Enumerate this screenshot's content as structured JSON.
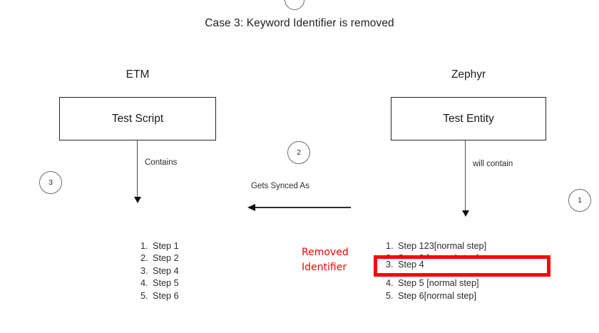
{
  "diagram": {
    "title": "Case 3: Keyword Identifier is removed",
    "top_partial_marker": "circle-cut-off",
    "columns": {
      "left": {
        "heading": "ETM",
        "box_label": "Test Script",
        "arrow_label": "Contains",
        "marker": "3",
        "steps": [
          {
            "num": "1.",
            "text": "Step 1"
          },
          {
            "num": "2.",
            "text": "Step 2"
          },
          {
            "num": "3.",
            "text": "Step 4"
          },
          {
            "num": "4.",
            "text": "Step 5"
          },
          {
            "num": "5.",
            "text": "Step 6"
          }
        ]
      },
      "right": {
        "heading": "Zephyr",
        "box_label": "Test Entity",
        "arrow_label": "will contain",
        "marker": "1",
        "steps": [
          {
            "num": "1.",
            "text": "Step 123[normal step]"
          },
          {
            "num": "2.",
            "text": "Step 2 [normal step]"
          },
          {
            "num": "3.",
            "text": "Step 4"
          },
          {
            "num": "4.",
            "text": "Step 5 [normal step]"
          },
          {
            "num": "5.",
            "text": "Step 6[normal step]"
          }
        ]
      }
    },
    "sync": {
      "label": "Gets Synced As",
      "marker": "2",
      "direction": "right-to-left"
    },
    "annotation": {
      "line1": "Removed",
      "line2": "Identifier",
      "color": "#fe0000",
      "highlighted_step": {
        "num": "3.",
        "text": "Step 4"
      }
    }
  }
}
